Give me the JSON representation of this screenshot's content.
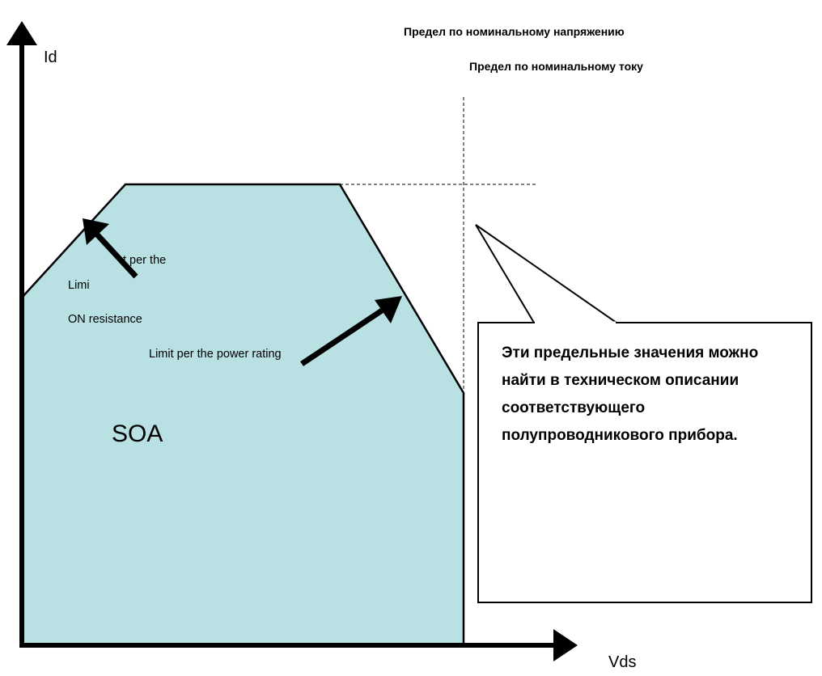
{
  "axes": {
    "y_label": "Id",
    "x_label": "Vds"
  },
  "limits": {
    "voltage_limit": "Предел по номинальному напряжению",
    "current_limit": "Предел по номинальному току"
  },
  "labels": {
    "on_resistance_part1": "t per the",
    "on_resistance_part2": "Limi",
    "on_resistance_part3": "ON resistance",
    "power_rating": "Limit per the power rating",
    "soa": "SOA"
  },
  "callout": {
    "text": "Эти предельные значения можно найти в техническом описании соответствующего полупроводникового прибора."
  },
  "colors": {
    "soa_fill": "#b9e0e3",
    "line": "#000000"
  }
}
